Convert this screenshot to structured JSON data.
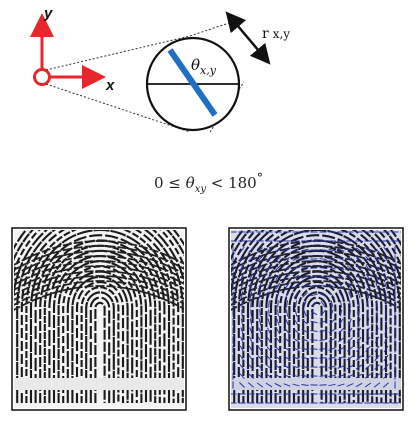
{
  "diagram": {
    "axis_x_label": "x",
    "axis_y_label": "y",
    "theta_label": "θ",
    "theta_subscript": "x,y",
    "radius_label": "r",
    "radius_subscript": "x,y",
    "equation": {
      "left": "0 ≤ ",
      "theta": "θ",
      "subscript": "xy",
      "right": " < 180",
      "degree": "°"
    },
    "colors": {
      "axis": "#e8262b",
      "orientation_line": "#1f6fc5",
      "field_overlay": "#2233aa"
    },
    "images": [
      {
        "name": "fingerprint-original"
      },
      {
        "name": "fingerprint-orientation-field"
      }
    ]
  }
}
